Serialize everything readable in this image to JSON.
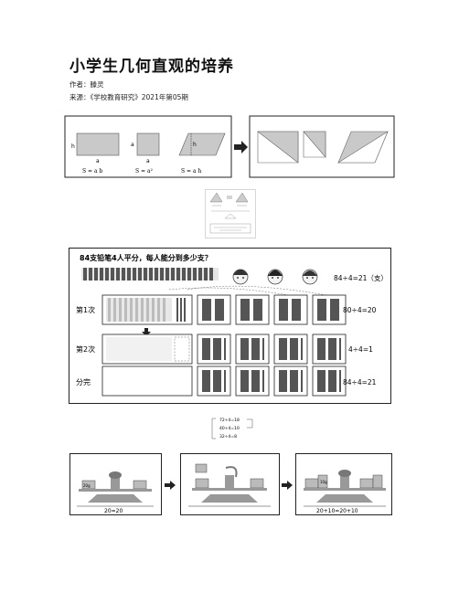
{
  "article": {
    "title": "小学生几何直观的培养",
    "author_line": "作者：滕灵",
    "source_line": "来源：《学校教育研究》2021年第05期"
  },
  "figure1": {
    "h_label": "h",
    "a_label_1": "a",
    "a_label_2": "a",
    "a_label_3": "a",
    "h_label_2": "h",
    "formula_1": "S = a b",
    "formula_2": "S = a²",
    "formula_3": "S = a h"
  },
  "figure3": {
    "question": "84支铅笔4人平分，每人能分到多少支？",
    "row1_label": "第1次",
    "row2_label": "第2次",
    "row3_label": "分完",
    "eq_top": "84÷4=21（支）",
    "eq_row1": "80÷4=20",
    "eq_row2": "4÷4=1",
    "eq_row3": "84÷4=21"
  },
  "figure4": {
    "line1": "72÷4=18",
    "line2": "40÷4=10",
    "line3": "32÷4=8"
  },
  "figure5": {
    "label_1": "20=20",
    "label_3": "20+10=20+10",
    "weight_label_a": "20g",
    "weight_label_b": "10g"
  },
  "colors": {
    "shape_fill": "#c9c9c9",
    "frame": "#222222",
    "pencil": "#555555"
  }
}
